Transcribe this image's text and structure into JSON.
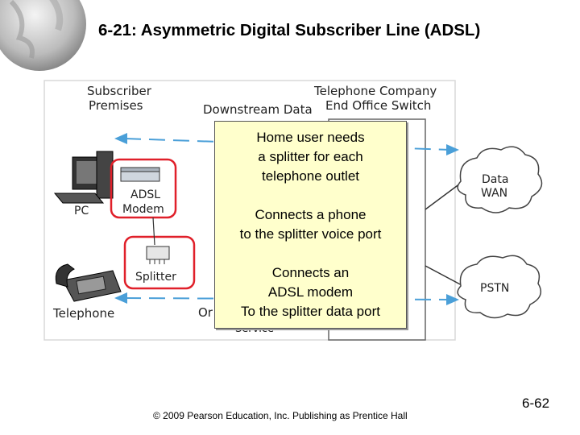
{
  "slide": {
    "title": "6-21: Asymmetric Digital Subscriber Line (ADSL)",
    "footer": "© 2009 Pearson Education, Inc.  Publishing as Prentice Hall",
    "page_number": "6-62"
  },
  "diagram": {
    "subscriber_premises_line1": "Subscriber",
    "subscriber_premises_line2": "Premises",
    "switch_line1": "Telephone Company",
    "switch_line2": "End Office Switch",
    "downstream_label": "Downstream Data",
    "pc_label": "PC",
    "modem_line1": "ADSL",
    "modem_line2": "Modem",
    "splitter_label": "Splitter",
    "telephone_label": "Telephone",
    "data_wan_line1": "Data",
    "data_wan_line2": "WAN",
    "pstn_label": "PSTN",
    "partial_left": "Or",
    "partial_below": "Service"
  },
  "callout": {
    "line1": "Home user needs",
    "line2": "a splitter for each",
    "line3": "telephone outlet",
    "line4": "Connects a phone",
    "line5": "to the splitter voice port",
    "line6": "Connects an",
    "line7": "ADSL modem",
    "line8": "To the splitter data port"
  },
  "colors": {
    "accent_blue": "#4a9fd8",
    "highlight_red": "#e0202a",
    "callout_bg": "#ffffcc"
  }
}
